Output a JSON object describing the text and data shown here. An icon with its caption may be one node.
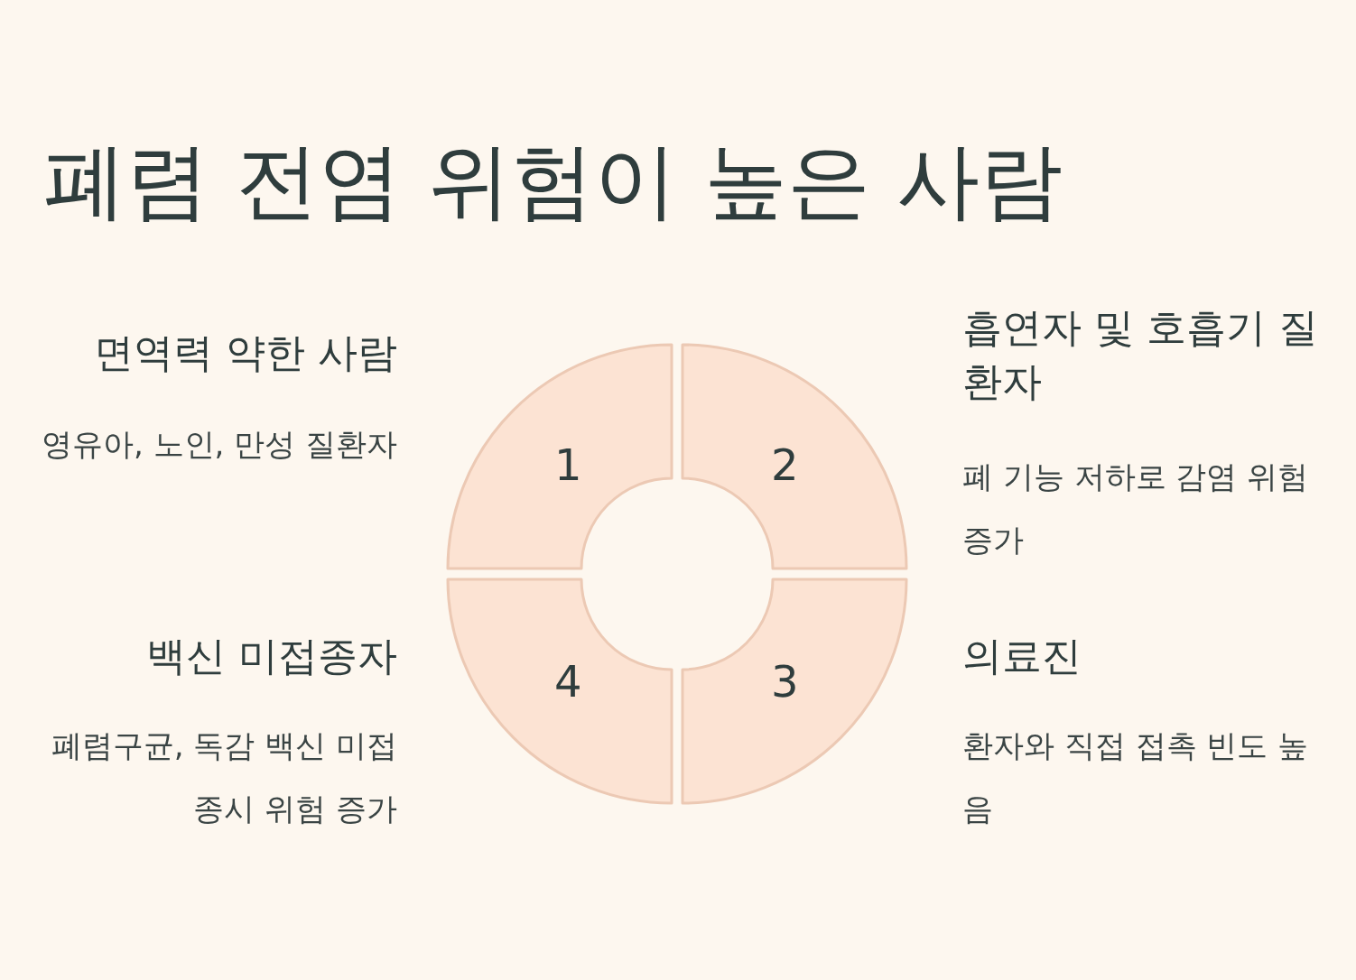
{
  "diagram": {
    "title": "폐렴 전염 위험이 높은 사람",
    "nodes": [
      {
        "text": [
          "1"
        ],
        "beside": [
          "면역력 약한 사람",
          "영유아, 노인, 만성 질환자"
        ]
      },
      {
        "text": [
          "2"
        ],
        "beside": [
          "흡연자 및 호흡기 질환자",
          "폐 기능 저하로 감염 위험 증가"
        ]
      },
      {
        "text": [
          "3"
        ],
        "beside": [
          "의료진",
          "환자와 직접 접촉 빈도 높음"
        ]
      },
      {
        "text": [
          "4"
        ],
        "beside": [
          "백신 미접종자",
          "폐렴구균, 독감 백신 미접종시 위험 증가"
        ]
      }
    ]
  }
}
